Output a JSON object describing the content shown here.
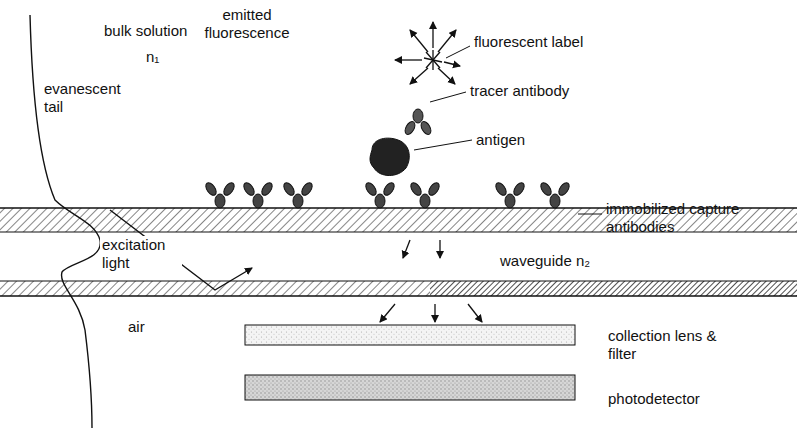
{
  "diagram": {
    "labels": [
      "emitted fluorescence",
      "fluorescent label",
      "bulk solution",
      "n₁",
      "tracer antibody",
      "evanescent tail",
      "antigen",
      "immobilized capture antibodies",
      "excitation light",
      "waveguide n₂",
      "air",
      "collection lens & filter",
      "photodetector"
    ]
  }
}
